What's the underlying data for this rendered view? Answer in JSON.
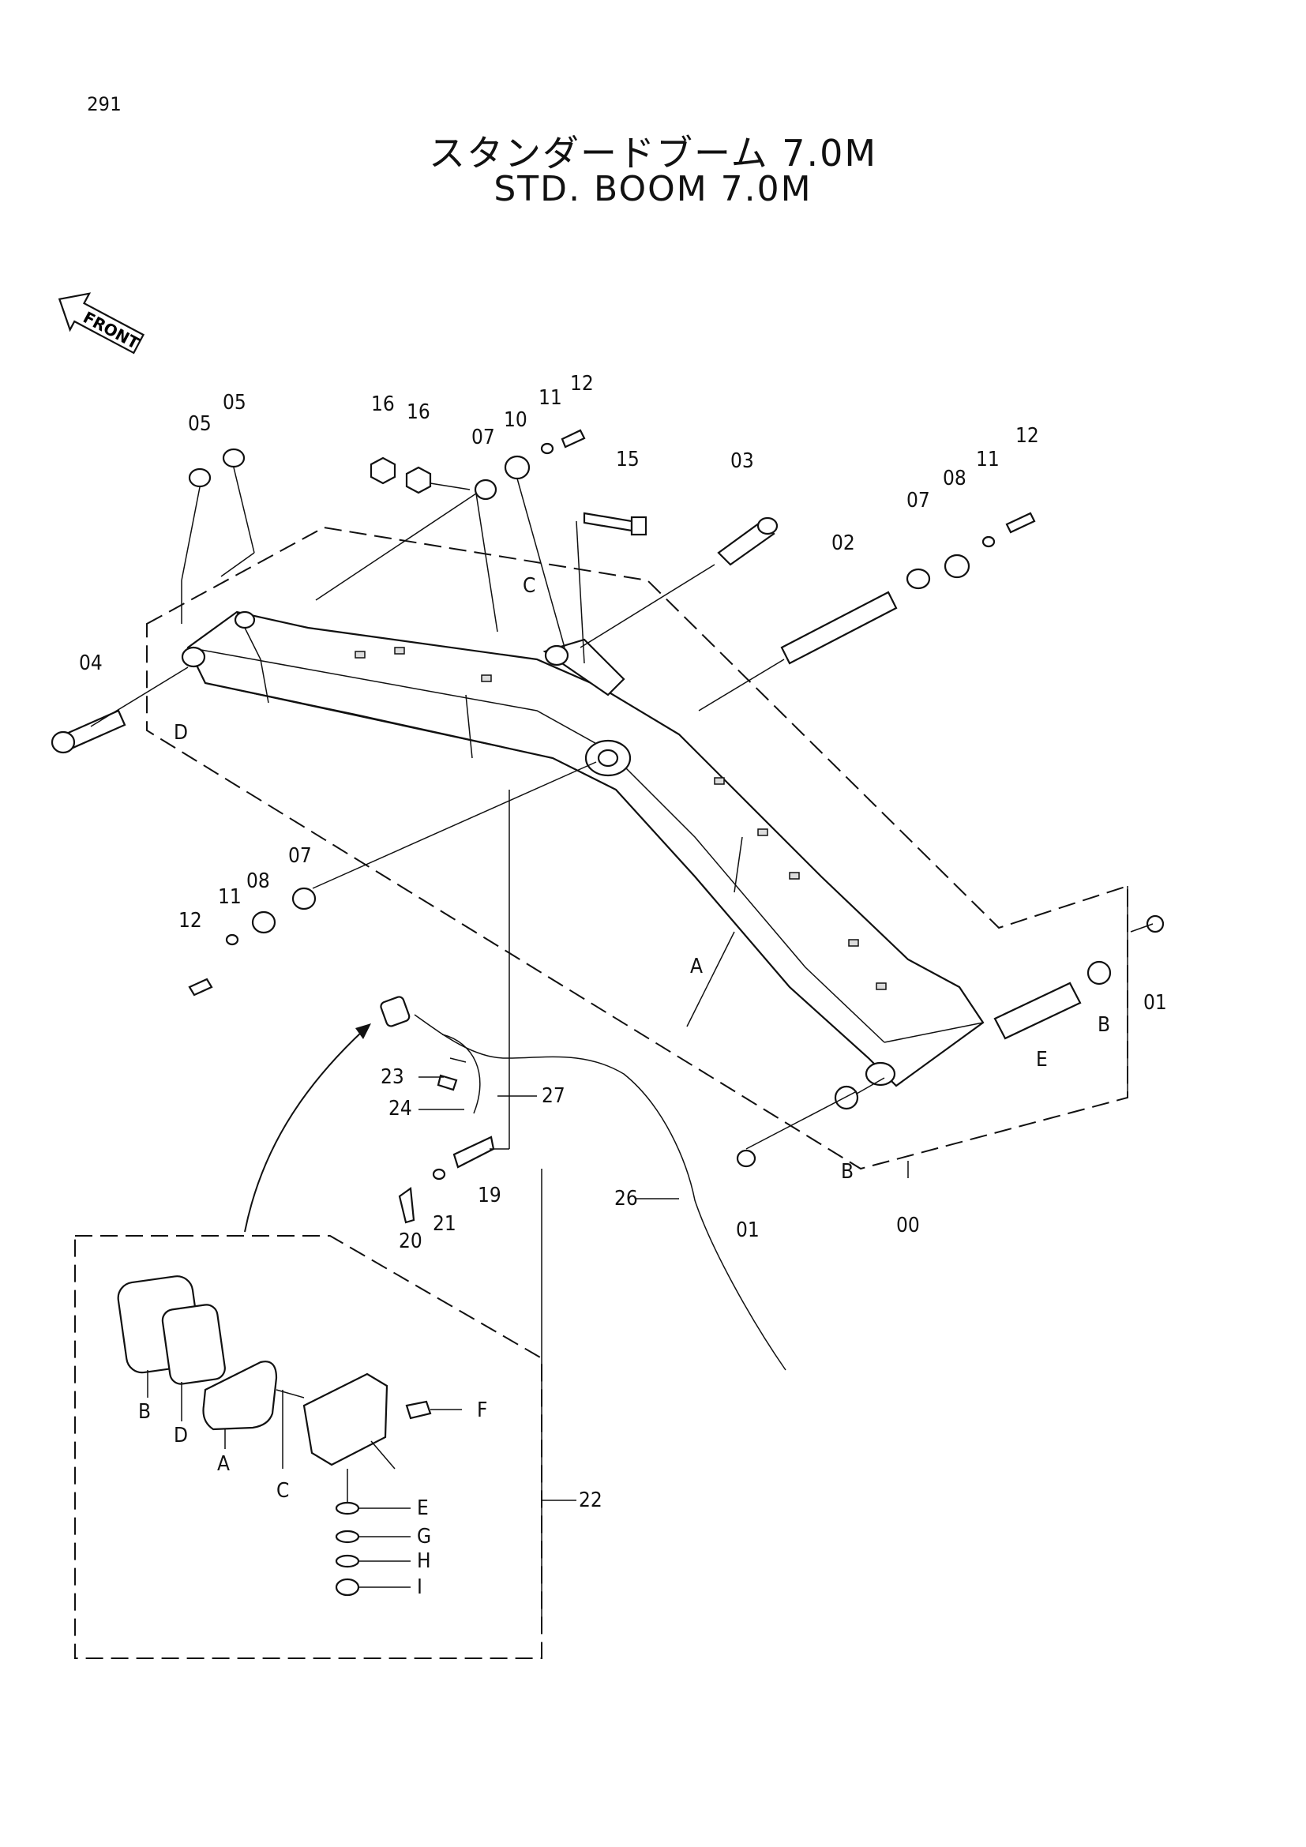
{
  "page_number": "291",
  "title_jp": "スタンダードブーム 7.0M",
  "title_en": "STD. BOOM 7.0M",
  "front_badge": "FRONT",
  "callouts": {
    "p05a": "05",
    "p05b": "05",
    "p16a": "16",
    "p16b": "16",
    "p07a": "07",
    "p10": "10",
    "p11a": "11",
    "p12a": "12",
    "p15": "15",
    "p03": "03",
    "p02": "02",
    "p07b": "07",
    "p08a": "08",
    "p11b": "11",
    "p12b": "12",
    "pC": "C",
    "p04": "04",
    "pD": "D",
    "pA": "A",
    "p07c": "07",
    "p08b": "08",
    "p11c": "11",
    "p12c": "12",
    "p01a": "01",
    "pB1": "B",
    "pE": "E",
    "p23": "23",
    "p24": "24",
    "p27": "27",
    "pB2": "B",
    "p01b": "01",
    "p00": "00",
    "p19": "19",
    "p21": "21",
    "p20": "20",
    "p26": "26",
    "p22": "22",
    "dB": "B",
    "dD": "D",
    "dA": "A",
    "dC": "C",
    "dF": "F",
    "dE": "E",
    "dG": "G",
    "dH": "H",
    "dI": "I"
  }
}
